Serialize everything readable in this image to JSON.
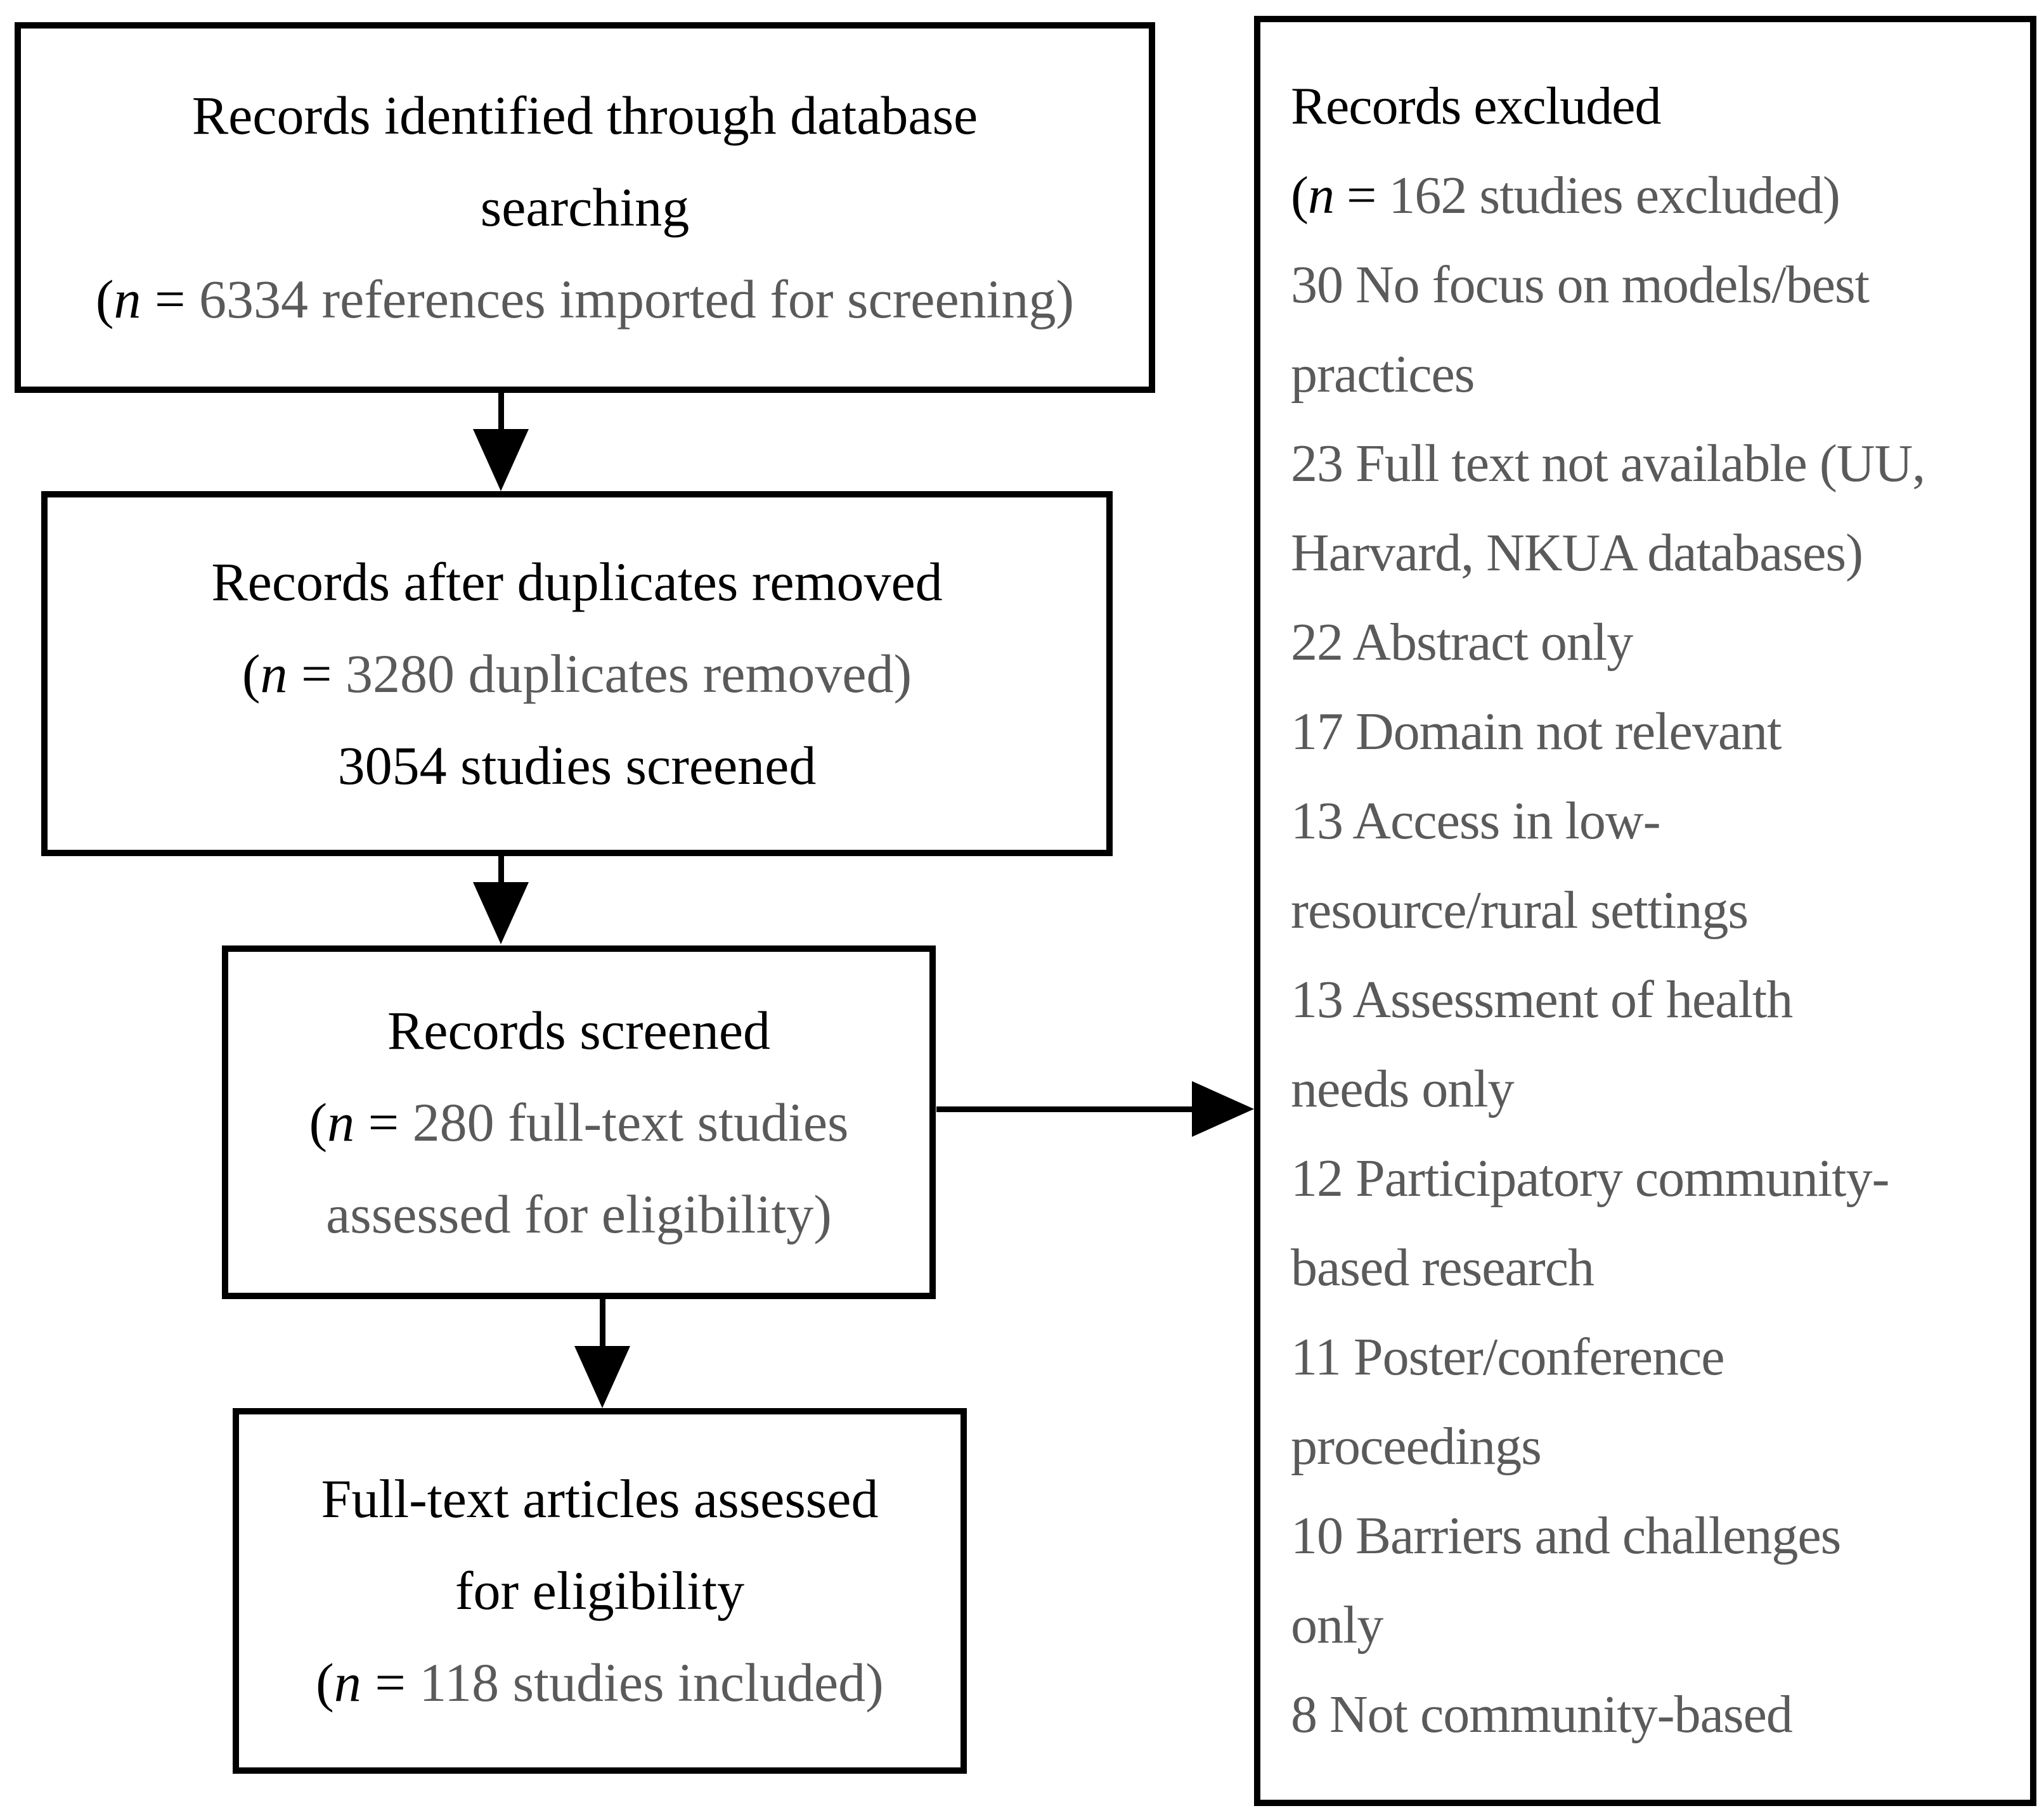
{
  "figure": {
    "boxes": [
      {
        "name": "identification",
        "lines": [
          {
            "text": "Records identified through database"
          },
          {
            "text": "searching"
          },
          {
            "text": "(n = 6334 references imported for screening)",
            "stat": true
          }
        ]
      },
      {
        "name": "duplicates-removed",
        "lines": [
          {
            "text": "Records after duplicates removed"
          },
          {
            "text": "(n = 3280 duplicates removed)",
            "stat": true
          },
          {
            "text": "3054 studies screened"
          }
        ]
      },
      {
        "name": "records-screened",
        "lines": [
          {
            "text": "Records screened"
          },
          {
            "text": "(n = 280 full-text studies",
            "stat": true
          },
          {
            "text": "assessed for eligibility)",
            "muted": true
          }
        ]
      },
      {
        "name": "full-text-assessed",
        "lines": [
          {
            "text": "Full-text articles assessed"
          },
          {
            "text": "for eligibility"
          },
          {
            "text": "(n = 118 studies included)",
            "stat": true
          }
        ]
      }
    ],
    "excluded_panel": {
      "lines": [
        {
          "text": "Records excluded"
        },
        {
          "text": "(n = 162 studies excluded)",
          "stat": true
        },
        {
          "text": "30 No focus on models/best",
          "muted": true
        },
        {
          "text": "practices",
          "muted": true
        },
        {
          "text": "23 Full text not available (UU,",
          "muted": true
        },
        {
          "text": "Harvard, NKUA databases)",
          "muted": true
        },
        {
          "text": "22 Abstract only",
          "muted": true
        },
        {
          "text": "17 Domain not relevant",
          "muted": true
        },
        {
          "text": "13 Access in low-",
          "muted": true
        },
        {
          "text": "resource/rural settings",
          "muted": true
        },
        {
          "text": "13 Assessment of health",
          "muted": true
        },
        {
          "text": "needs only",
          "muted": true
        },
        {
          "text": "12 Participatory community-",
          "muted": true
        },
        {
          "text": "based research",
          "muted": true
        },
        {
          "text": "11 Poster/conference",
          "muted": true
        },
        {
          "text": "proceedings",
          "muted": true
        },
        {
          "text": "10 Barriers and challenges",
          "muted": true
        },
        {
          "text": "only",
          "muted": true
        },
        {
          "text": "8 Not community-based",
          "muted": true
        }
      ]
    },
    "colors": {
      "text": "#000000",
      "muted": "#5a5a5a",
      "border": "#000000",
      "background": "#ffffff"
    }
  }
}
